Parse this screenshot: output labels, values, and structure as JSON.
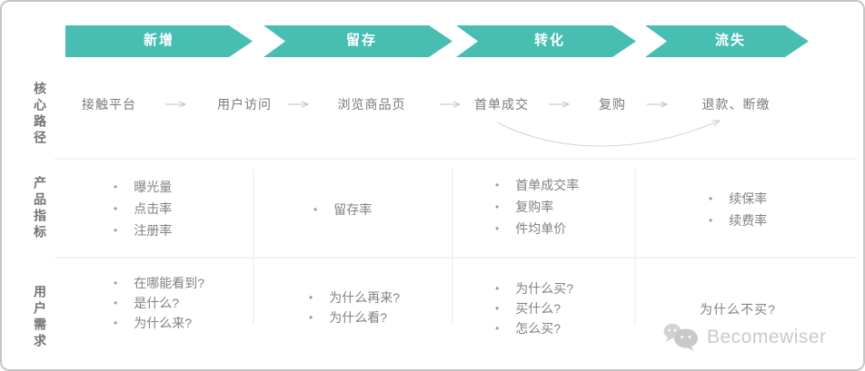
{
  "colors": {
    "teal": "#48beb2",
    "stage_text": "#ffffff",
    "path_text": "#7a7a7a",
    "body_text": "#828282",
    "row_label_text": "#737373",
    "grid_line": "#e9e9e9",
    "connector": "#c2c2c2",
    "curve_arrow": "#d4d4d4",
    "border": "#c6c6c6",
    "watermark": "#c9c9c9"
  },
  "glyphs": {
    "bullet": "•"
  },
  "stages": [
    {
      "label": "新增"
    },
    {
      "label": "留存"
    },
    {
      "label": "转化"
    },
    {
      "label": "流失"
    }
  ],
  "row_labels": {
    "core_path": "核心路径",
    "metrics": "产品指标",
    "needs": "用户需求"
  },
  "core_path": {
    "steps": [
      "接触平台",
      "用户访问",
      "浏览商品页",
      "首单成交",
      "复购",
      "退款、断缴"
    ]
  },
  "metrics": {
    "columns": [
      {
        "items": [
          "曝光量",
          "点击率",
          "注册率"
        ]
      },
      {
        "items": [
          "留存率"
        ]
      },
      {
        "items": [
          "首单成交率",
          "复购率",
          "件均单价"
        ]
      },
      {
        "items": [
          "续保率",
          "续费率"
        ]
      }
    ]
  },
  "needs": {
    "columns": [
      {
        "items": [
          "在哪能看到?",
          "是什么?",
          "为什么来?"
        ]
      },
      {
        "items": [
          "为什么再来?",
          "为什么看?"
        ]
      },
      {
        "items": [
          "为什么买?",
          "买什么?",
          "怎么买?"
        ]
      }
    ],
    "churn_question": "为什么不买?"
  },
  "watermark": {
    "brand": "Becomewiser"
  }
}
